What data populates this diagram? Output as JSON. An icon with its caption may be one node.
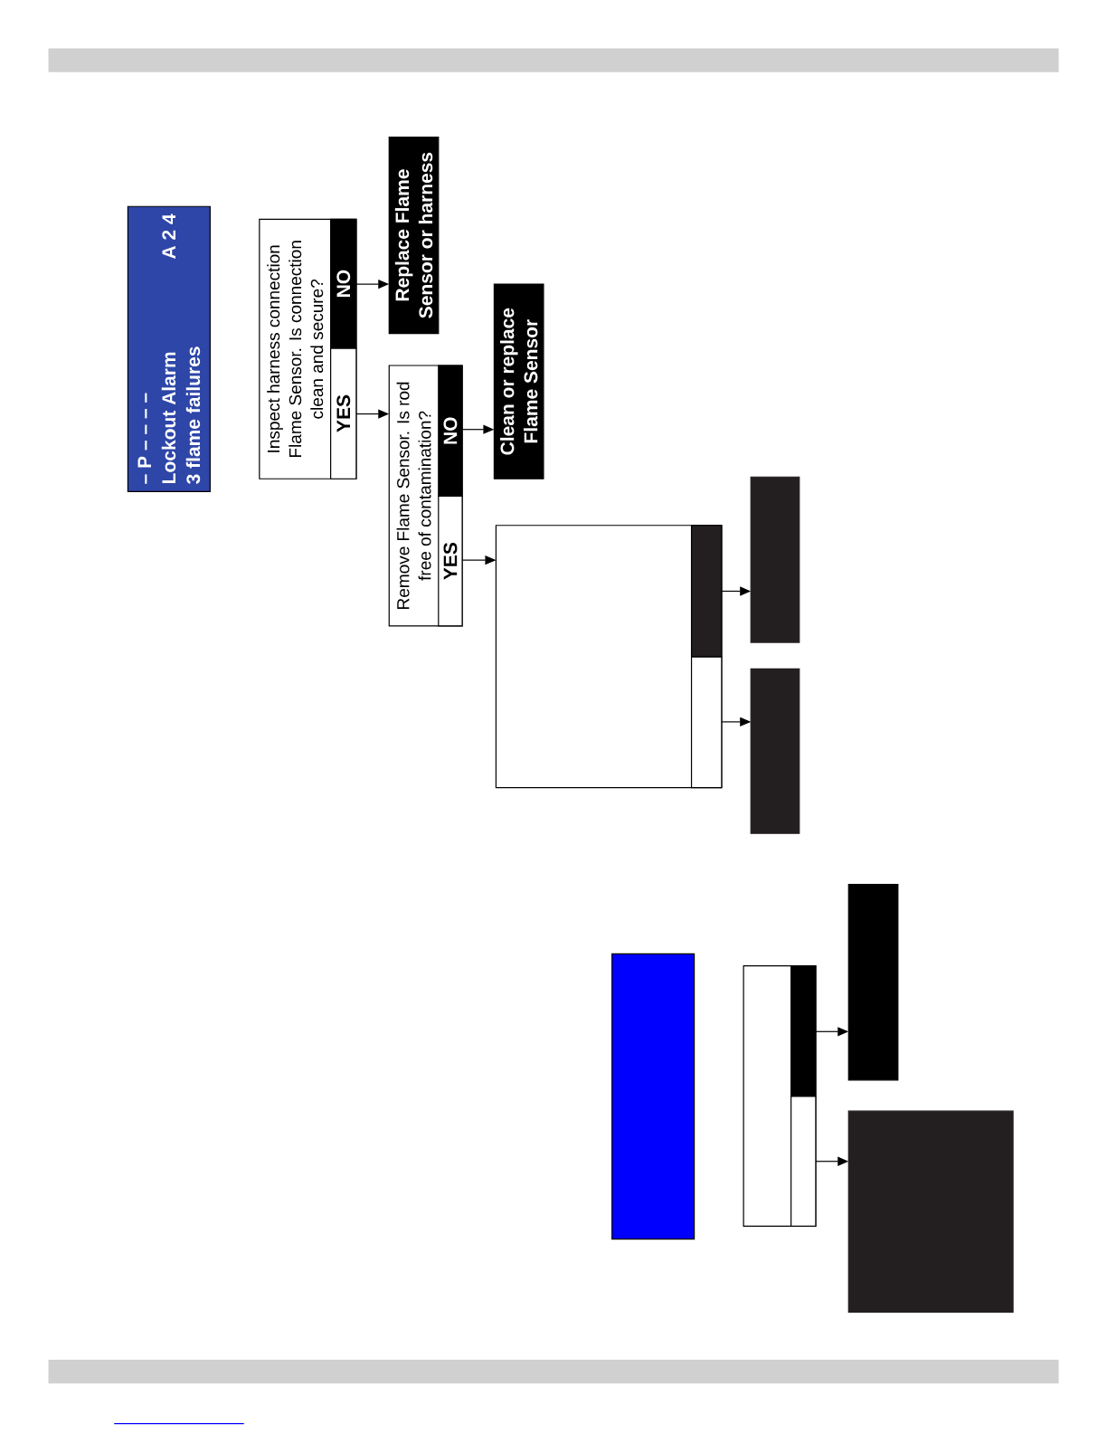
{
  "diagram": {
    "nodes": [
      {
        "text": [
          "– P – – – –",
          "Lockout Alarm",
          "A 2 4",
          "3 flame failures"
        ]
      },
      {
        "text": [
          "Inspect harness connection Flame Sensor.  Is connection clean and secure?"
        ]
      },
      {
        "text": [
          "YES"
        ],
        "in": 1
      },
      {
        "text": [
          "NO"
        ],
        "in": 1
      },
      {
        "text": [
          "Replace Flame Sensor or harness"
        ]
      },
      {
        "text": [
          "Remove Flame Sensor.  Is rod free of contamination?"
        ]
      },
      {
        "text": [
          "YES"
        ],
        "in": 5
      },
      {
        "text": [
          "NO"
        ],
        "in": 5
      },
      {
        "text": [
          "Clean or replace Flame Sensor"
        ]
      },
      {
        "text": [],
        "shape": "box"
      },
      {
        "text": [],
        "shape": "box",
        "in": 9
      },
      {
        "text": [],
        "shape": "box",
        "in": 9
      },
      {
        "text": [],
        "shape": "box"
      },
      {
        "text": [],
        "shape": "box"
      },
      {
        "text": [],
        "shape": "box"
      },
      {
        "text": [],
        "shape": "box"
      },
      {
        "text": [],
        "shape": "box",
        "in": 15
      },
      {
        "text": [],
        "shape": "box",
        "in": 15
      },
      {
        "text": [],
        "shape": "box"
      },
      {
        "text": [],
        "shape": "box"
      }
    ],
    "edges": [
      {
        "from": 3,
        "to": 4,
        "arrow": "to"
      },
      {
        "from": 2,
        "to": 5,
        "arrow": "to"
      },
      {
        "from": 7,
        "to": 8,
        "arrow": "to"
      },
      {
        "from": 6,
        "to": 9,
        "arrow": "to"
      },
      {
        "from": 10,
        "to": 12,
        "arrow": "to"
      },
      {
        "from": 11,
        "to": 13,
        "arrow": "to"
      },
      {
        "from": 16,
        "to": 18,
        "arrow": "to"
      },
      {
        "from": 17,
        "to": 19,
        "arrow": "to"
      }
    ]
  }
}
